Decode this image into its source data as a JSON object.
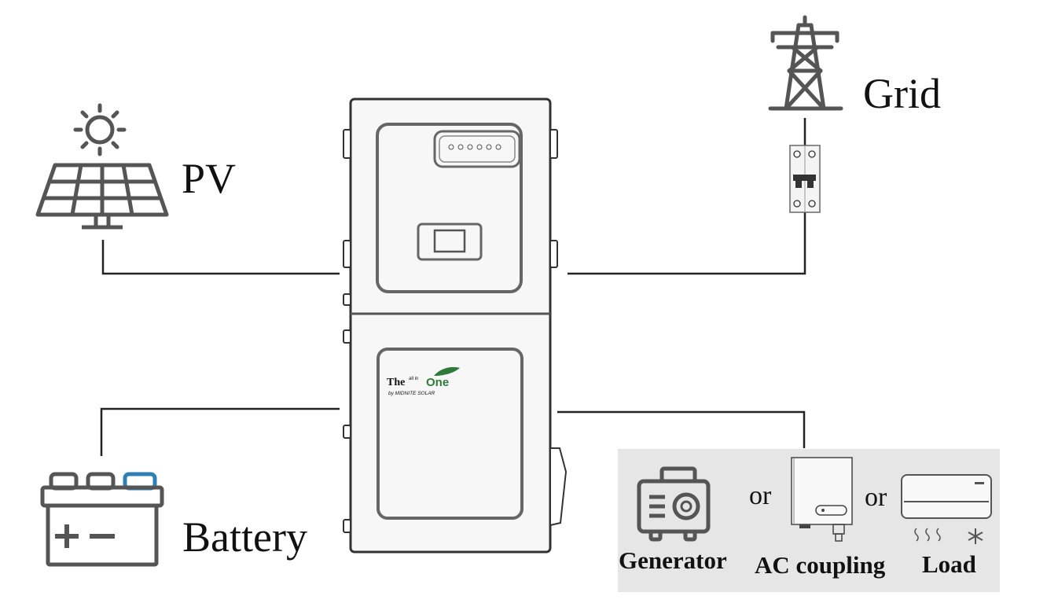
{
  "labels": {
    "pv": "PV",
    "grid": "Grid",
    "battery": "Battery",
    "generator": "Generator",
    "ac_coupling": "AC coupling",
    "load": "Load",
    "or1": "or",
    "or2": "or"
  },
  "logo": {
    "the": "The",
    "all_in": "all in",
    "one": "One",
    "byline": "by MIDNITE SOLAR"
  },
  "icons": [
    "sun-icon",
    "solar-panel-icon",
    "transmission-tower-icon",
    "circuit-breaker-icon",
    "battery-icon",
    "generator-icon",
    "inverter-icon",
    "air-conditioner-icon",
    "inverter-cabinet"
  ],
  "colors": {
    "stroke": "#555555",
    "line": "#222222",
    "options_background": "#e6e6e6",
    "logo_green": "#2f7a3a",
    "battery_terminal_blue": "#2f7fb5"
  }
}
